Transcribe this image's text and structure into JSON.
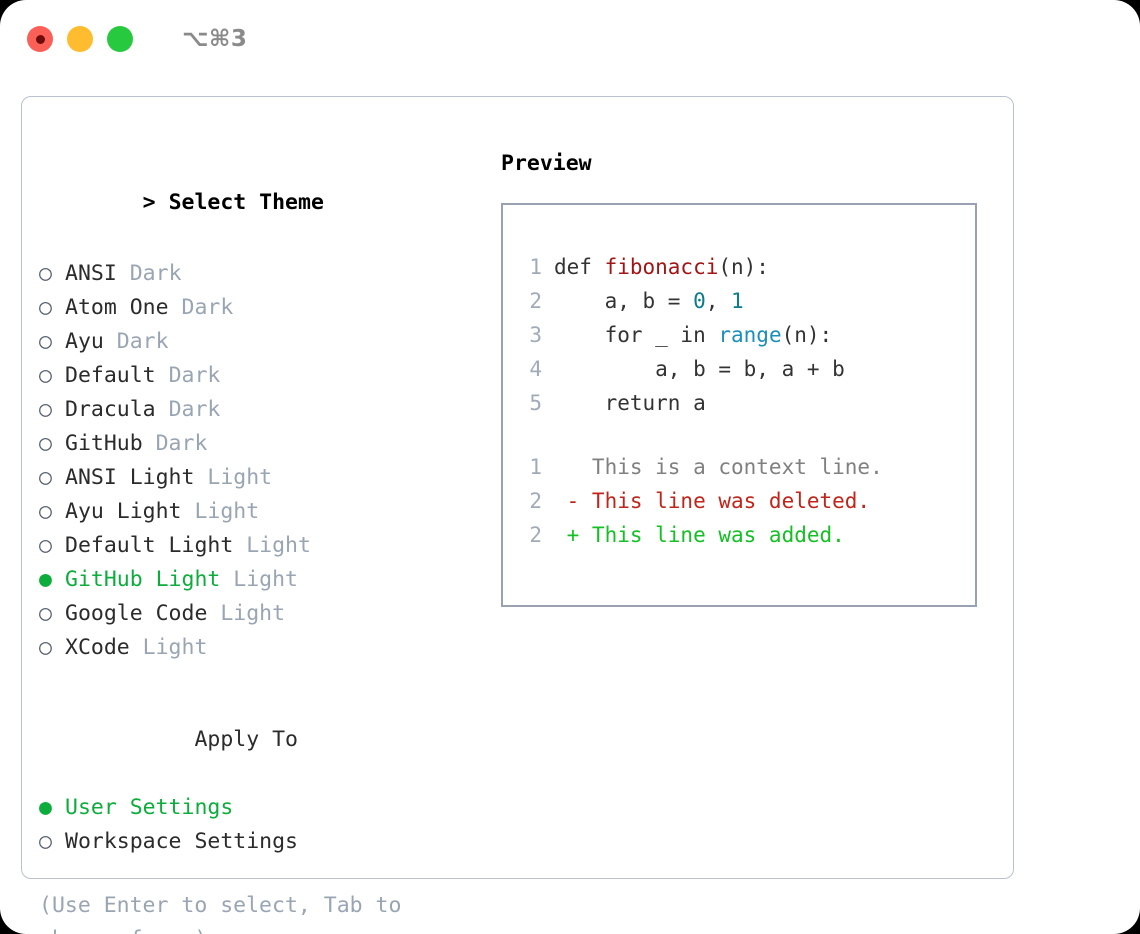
{
  "titlebar": {
    "shortcut": "⌥⌘3",
    "dots": [
      {
        "name": "close-button",
        "color": "#fb6058"
      },
      {
        "name": "minimize-button",
        "color": "#febc2e"
      },
      {
        "name": "maximize-button",
        "color": "#27c93f"
      }
    ]
  },
  "theme_picker": {
    "header_marker": ">",
    "header_label": "Select Theme",
    "marker_selected": "●",
    "marker_unselected": "○",
    "items": [
      {
        "name": "ANSI",
        "tag": "Dark",
        "selected": false
      },
      {
        "name": "Atom One",
        "tag": "Dark",
        "selected": false
      },
      {
        "name": "Ayu",
        "tag": "Dark",
        "selected": false
      },
      {
        "name": "Default",
        "tag": "Dark",
        "selected": false
      },
      {
        "name": "Dracula",
        "tag": "Dark",
        "selected": false
      },
      {
        "name": "GitHub",
        "tag": "Dark",
        "selected": false
      },
      {
        "name": "ANSI Light",
        "tag": "Light",
        "selected": false
      },
      {
        "name": "Ayu Light",
        "tag": "Light",
        "selected": false
      },
      {
        "name": "Default Light",
        "tag": "Light",
        "selected": false
      },
      {
        "name": "GitHub Light",
        "tag": "Light",
        "selected": true
      },
      {
        "name": "Google Code",
        "tag": "Light",
        "selected": false
      },
      {
        "name": "XCode",
        "tag": "Light",
        "selected": false
      }
    ]
  },
  "apply_to": {
    "title": "Apply To",
    "options": [
      {
        "name": "User Settings",
        "selected": true
      },
      {
        "name": "Workspace Settings",
        "selected": false
      }
    ]
  },
  "hint": "(Use Enter to select, Tab to change focus)",
  "preview": {
    "title": "Preview",
    "code_lines": [
      {
        "lineno": "1",
        "tokens": [
          {
            "text": "def ",
            "kind": "plain"
          },
          {
            "text": "fibonacci",
            "kind": "func"
          },
          {
            "text": "(n):",
            "kind": "plain"
          }
        ]
      },
      {
        "lineno": "2",
        "tokens": [
          {
            "text": "    a, b = ",
            "kind": "plain"
          },
          {
            "text": "0",
            "kind": "num"
          },
          {
            "text": ", ",
            "kind": "plain"
          },
          {
            "text": "1",
            "kind": "num"
          }
        ]
      },
      {
        "lineno": "3",
        "tokens": [
          {
            "text": "    for _ in ",
            "kind": "plain"
          },
          {
            "text": "range",
            "kind": "call"
          },
          {
            "text": "(n):",
            "kind": "plain"
          }
        ]
      },
      {
        "lineno": "4",
        "tokens": [
          {
            "text": "        a, b = b, a + b",
            "kind": "plain"
          }
        ]
      },
      {
        "lineno": "5",
        "tokens": [
          {
            "text": "    return a",
            "kind": "plain"
          }
        ]
      }
    ],
    "diff_lines": [
      {
        "lineno": "1",
        "marker": " ",
        "text": "This is a context line.",
        "kind": "context"
      },
      {
        "lineno": "2",
        "marker": "-",
        "text": "This line was deleted.",
        "kind": "del"
      },
      {
        "lineno": "2",
        "marker": "+",
        "text": "This line was added.",
        "kind": "add"
      }
    ]
  },
  "colors": {
    "accent_green": "#0cad3c",
    "tag_gray": "#9aa5b4",
    "panel_border": "#b9c2ce",
    "preview_border": "#98a2b3",
    "syntax_function": "#a31515",
    "syntax_number": "#0b7c8c",
    "syntax_call": "#1a8fbe",
    "diff_context": "#808080",
    "diff_deleted": "#c0241a",
    "diff_added": "#14c024",
    "lineno": "#a0aab8"
  }
}
